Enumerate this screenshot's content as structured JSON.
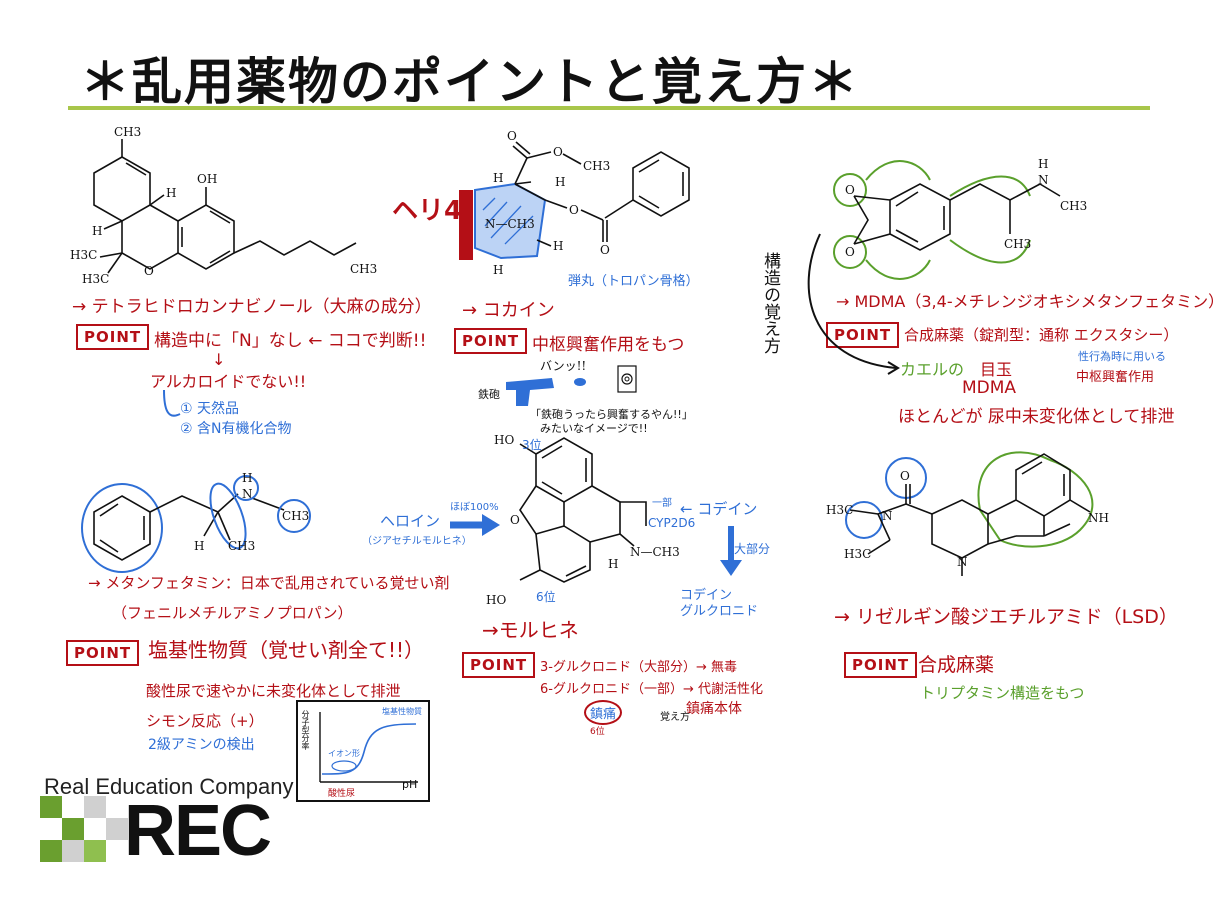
{
  "title": "＊乱用薬物のポイントと覚え方＊",
  "colors": {
    "accent": "#a8c64a",
    "red": "#b40f16",
    "blue": "#2f6fd6",
    "green": "#5aa02c"
  },
  "thc": {
    "atoms": {
      "ch3_top": "CH3",
      "oh": "OH",
      "h1": "H",
      "h2": "H",
      "h3c_a": "H3C",
      "h3c_b": "H3C",
      "o": "O",
      "ch3_tail": "CH3"
    },
    "name": "→ テトラヒドロカンナビノール（大麻の成分）",
    "point_label": "POINT",
    "point_text": "構造中に「N」なし ← ココで判断!!",
    "down_arrow": "↓",
    "alkaloid": "アルカロイドでない!!",
    "reason1": "① 天然品",
    "reason2": "② 含N有機化合物"
  },
  "cocaine": {
    "atoms": {
      "o_top": "O",
      "o_me": "O",
      "ch3_me": "CH3",
      "h_top": "H",
      "h_left": "H",
      "nch3": "N—CH3",
      "o_ester": "O",
      "o_carb": "O",
      "h_mid": "H",
      "h_bot": "H"
    },
    "tag": "ヘリ4",
    "bullet": "弾丸（トロパン骨格）",
    "name": "→ コカイン",
    "point_label": "POINT",
    "point_text": "中枢興奮作用をもつ",
    "gun_label": "鉄砲",
    "bang": "バンッ!!",
    "quote1": "「鉄砲うったら興奮するやん!!」",
    "quote2": "みたいなイメージで!!"
  },
  "mdma": {
    "atoms": {
      "o1": "O",
      "o2": "O",
      "nh": "H",
      "n": "N",
      "ch3_n": "CH3",
      "ch3_c": "CH3"
    },
    "side_note": "構造の覚え方",
    "name": "→ MDMA（3,4-メチレンジオキシメタンフェタミン）",
    "point_label": "POINT",
    "point_text": "合成麻薬（錠剤型：通称 エクスタシー）",
    "note_small": "性行為時に用いる",
    "cns": "中枢興奮作用",
    "frog_prefix": "カエルの",
    "frog_eye": "目玉",
    "mdma_label": "MDMA",
    "excretion": "ほとんどが 尿中未変化体として排泄"
  },
  "meth": {
    "atoms": {
      "h_n": "H",
      "n": "N",
      "ch3_n": "CH3",
      "h_c": "H",
      "ch3_c": "CH3"
    },
    "name": "→ メタンフェタミン：日本で乱用されている覚せい剤",
    "chem": "（フェニルメチルアミノプロパン）",
    "point_label": "POINT",
    "point_text": "塩基性物質（覚せい剤全て!!）",
    "acidic": "酸性尿で速やかに未変化体として排泄",
    "simon": "シモン反応（+）",
    "detect": "2級アミンの検出",
    "graph_x": "pH",
    "graph_y": "分子型分率",
    "graph_base": "塩基性物質",
    "graph_ion": "イオン形",
    "graph_acid": "酸性尿"
  },
  "morphine": {
    "atoms": {
      "ho_top": "HO",
      "o": "O",
      "nch3": "N—CH3",
      "h": "H",
      "ho_bot": "HO"
    },
    "pos3": "3位",
    "pos6": "6位",
    "heroin": "ヘロイン",
    "heroin_sub": "（ジアセチルモルヒネ）",
    "almost": "ほぼ100%",
    "codeine": "← コデイン",
    "cyp_part": "一部",
    "cyp": "CYP2D6",
    "majority": "大部分",
    "codeine_glu1": "コデイン",
    "codeine_glu2": "グルクロニド",
    "name": "→モルヒネ",
    "point_label": "POINT",
    "line1": "3-グルクロニド（大部分）→ 無毒",
    "line2": "6-グルクロニド（一部）→ 代謝活性化",
    "analgesic": "鎮痛本体",
    "pain": "鎮痛",
    "pain_sub": "6位",
    "remember": "覚え方"
  },
  "lsd": {
    "atoms": {
      "h3c_1": "H3C",
      "h3c_2": "H3C",
      "n1": "N",
      "o": "O",
      "nh": "NH",
      "n2": "N"
    },
    "name": "→ リゼルギン酸ジエチルアミド（LSD）",
    "point_label": "POINT",
    "point_text": "合成麻薬",
    "tryptamine": "トリプタミン構造をもつ"
  },
  "logo": {
    "company": "Real Education Company",
    "brand": "REC"
  }
}
